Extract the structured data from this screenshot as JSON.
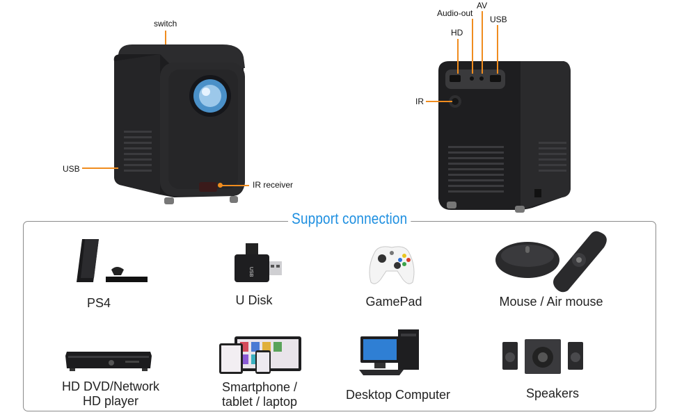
{
  "callouts": {
    "switch": "switch",
    "usb_front": "USB",
    "ir_receiver": "IR receiver",
    "audio_out": "Audio-out",
    "av": "AV",
    "hd": "HD",
    "usb_back": "USB",
    "ir_back": "IR"
  },
  "support": {
    "title": "Support connection",
    "devices": [
      {
        "label": "PS4",
        "icon": "ps4-console-icon"
      },
      {
        "label": "U Disk",
        "icon": "usb-drive-icon"
      },
      {
        "label": "GamePad",
        "icon": "gamepad-icon"
      },
      {
        "label": "Mouse / Air mouse",
        "icon": "mouse-airmouse-icon"
      },
      {
        "label": "HD DVD/Network\nHD player",
        "icon": "dvd-player-icon"
      },
      {
        "label": "Smartphone /\ntablet / laptop",
        "icon": "devices-icon"
      },
      {
        "label": "Desktop Computer",
        "icon": "desktop-computer-icon"
      },
      {
        "label": "Speakers",
        "icon": "speakers-icon"
      }
    ]
  },
  "colors": {
    "accent": "#f08c1e",
    "title": "#1e8fe0"
  }
}
